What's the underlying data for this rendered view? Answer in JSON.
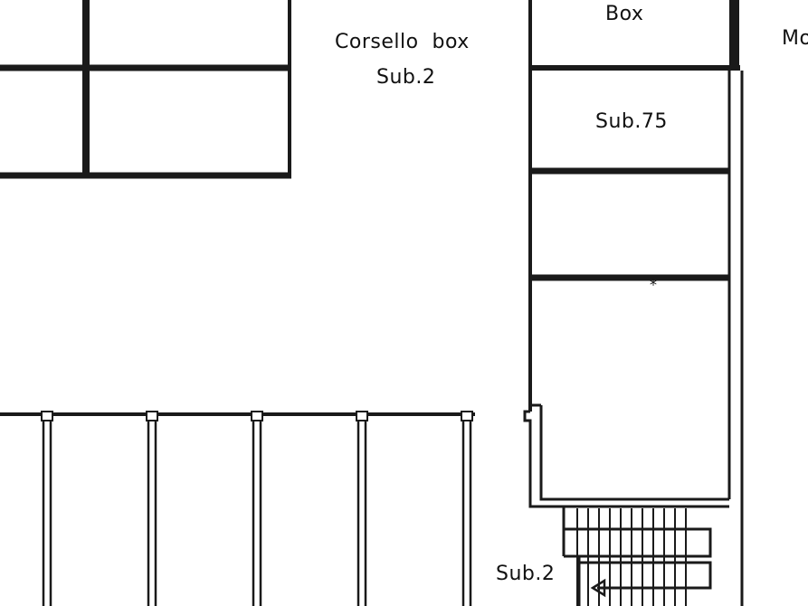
{
  "plan": {
    "labels": {
      "corridor_line1": "Corsello  box",
      "corridor_line2": "Sub.2",
      "box_top": "Box",
      "box_sub75": "Sub.75",
      "stair_sub": "Sub.2",
      "edge_partial": "Mo"
    },
    "colors": {
      "background": "#ffffff",
      "line": "#1a1a1a"
    }
  }
}
